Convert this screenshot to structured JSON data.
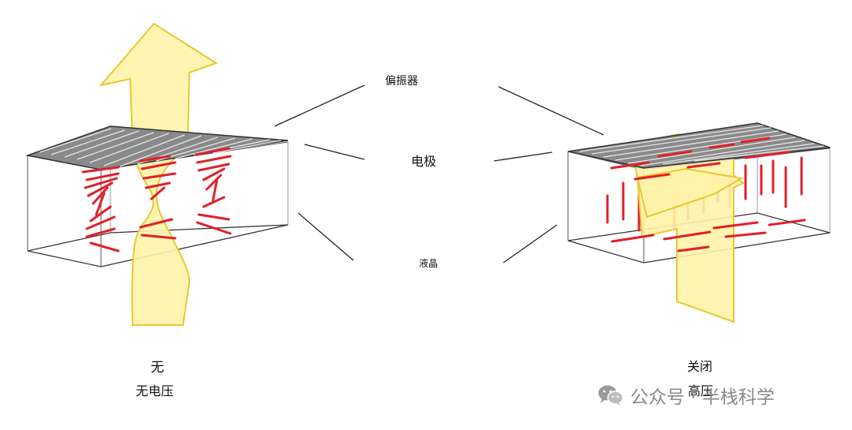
{
  "labels": {
    "polarizer": "偏振器",
    "electrode": "电极",
    "liquid_crystal": "液晶"
  },
  "left_panel": {
    "title": "无",
    "subtitle": "无电压"
  },
  "right_panel": {
    "title": "关闭",
    "subtitle": "高压"
  },
  "watermark": {
    "text": "公众号 · 半栈科学",
    "icon": "wechat-icon"
  },
  "colors": {
    "light_arrow": "#fff3a8",
    "light_arrow_stroke": "#e8c832",
    "liquid_crystal": "#e0202a",
    "polarizer_dark": "#555555",
    "box_line": "#444444",
    "watermark": "#8a8a8a"
  }
}
